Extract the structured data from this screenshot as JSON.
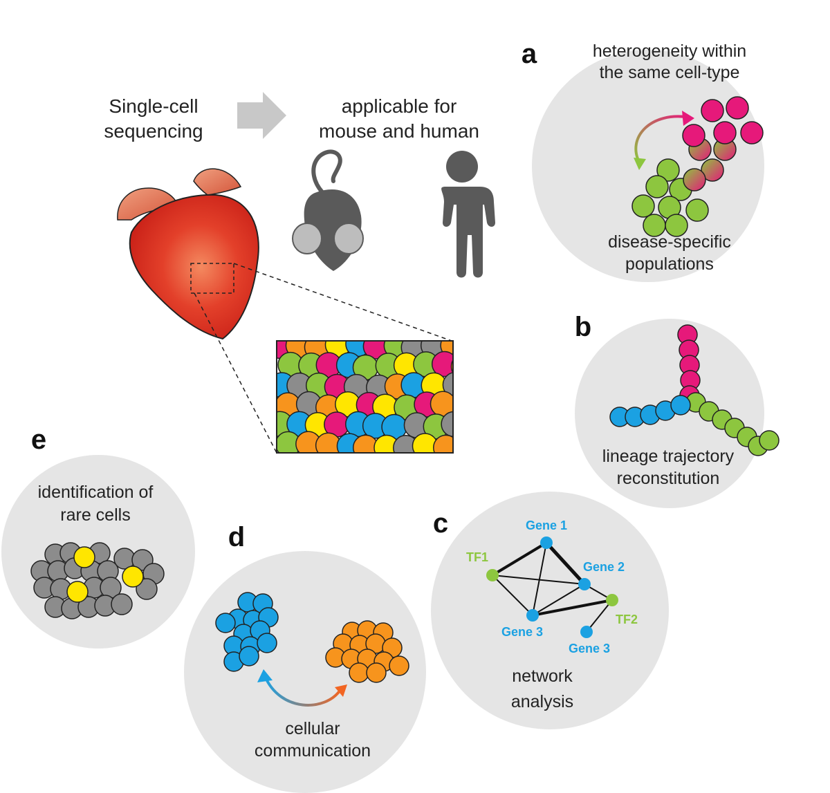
{
  "intro": {
    "left_lines": [
      "Single-cell",
      "sequencing"
    ],
    "right_lines": [
      "applicable for",
      "mouse and human"
    ]
  },
  "panels": {
    "a": {
      "letter": "a",
      "top_caption": [
        "heterogeneity within",
        "the same cell-type"
      ],
      "bottom_caption": [
        "disease-specific",
        "populations"
      ]
    },
    "b": {
      "letter": "b",
      "caption": [
        "lineage trajectory",
        "reconstitution"
      ]
    },
    "c": {
      "letter": "c",
      "caption": [
        "network",
        "analysis"
      ],
      "nodes": {
        "gene1": "Gene 1",
        "gene2": "Gene 2",
        "gene3a": "Gene 3",
        "gene3b": "Gene 3",
        "tf1": "TF1",
        "tf2": "TF2"
      }
    },
    "d": {
      "letter": "d",
      "caption": [
        "cellular",
        "communication"
      ]
    },
    "e": {
      "letter": "e",
      "caption": [
        "identification of",
        "rare cells"
      ]
    }
  },
  "colors": {
    "panel_bg": "#e5e5e5",
    "pink": "#e6197a",
    "green": "#8dc63f",
    "blue": "#1ba1e2",
    "orange": "#f7941d",
    "yellow": "#ffe600",
    "gray": "#8c8c8c",
    "heart": "#d8261c",
    "silhouette": "#5a5a5a"
  }
}
